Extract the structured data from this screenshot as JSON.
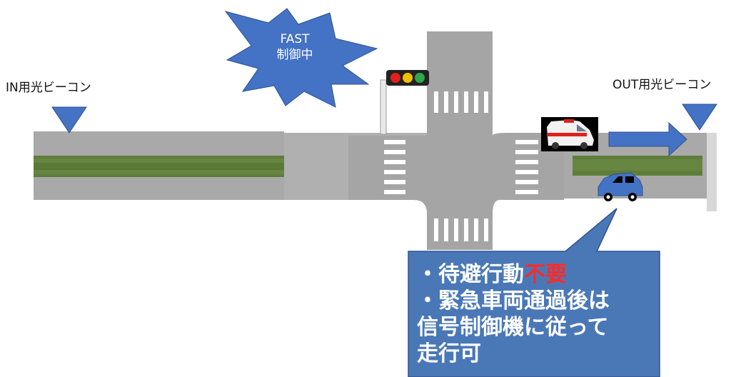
{
  "beacons": {
    "in_label": "IN用光ビーコン",
    "out_label": "OUT用光ビーコン"
  },
  "burst": {
    "line1": "FAST",
    "line2": "制御中"
  },
  "callout": {
    "line1_prefix": "・待避行動",
    "line1_highlight": "不要",
    "line2": "・緊急車両通過後は",
    "line3": "信号制御機に従って",
    "line4": "走行可"
  },
  "colors": {
    "beacon_blue": "#4472c4",
    "callout_fill": "#4a78b7",
    "highlight_red": "#ff2a2a",
    "road_gray": "#a6a6a6",
    "median_green": "#5f7d3a",
    "light_red": "#e0201b",
    "light_yellow": "#f2c000",
    "light_green": "#2ea84a"
  },
  "icons": [
    "beacon-marker-icon",
    "starburst-icon",
    "traffic-light-icon",
    "ambulance-icon",
    "car-icon",
    "arrow-right-icon"
  ]
}
